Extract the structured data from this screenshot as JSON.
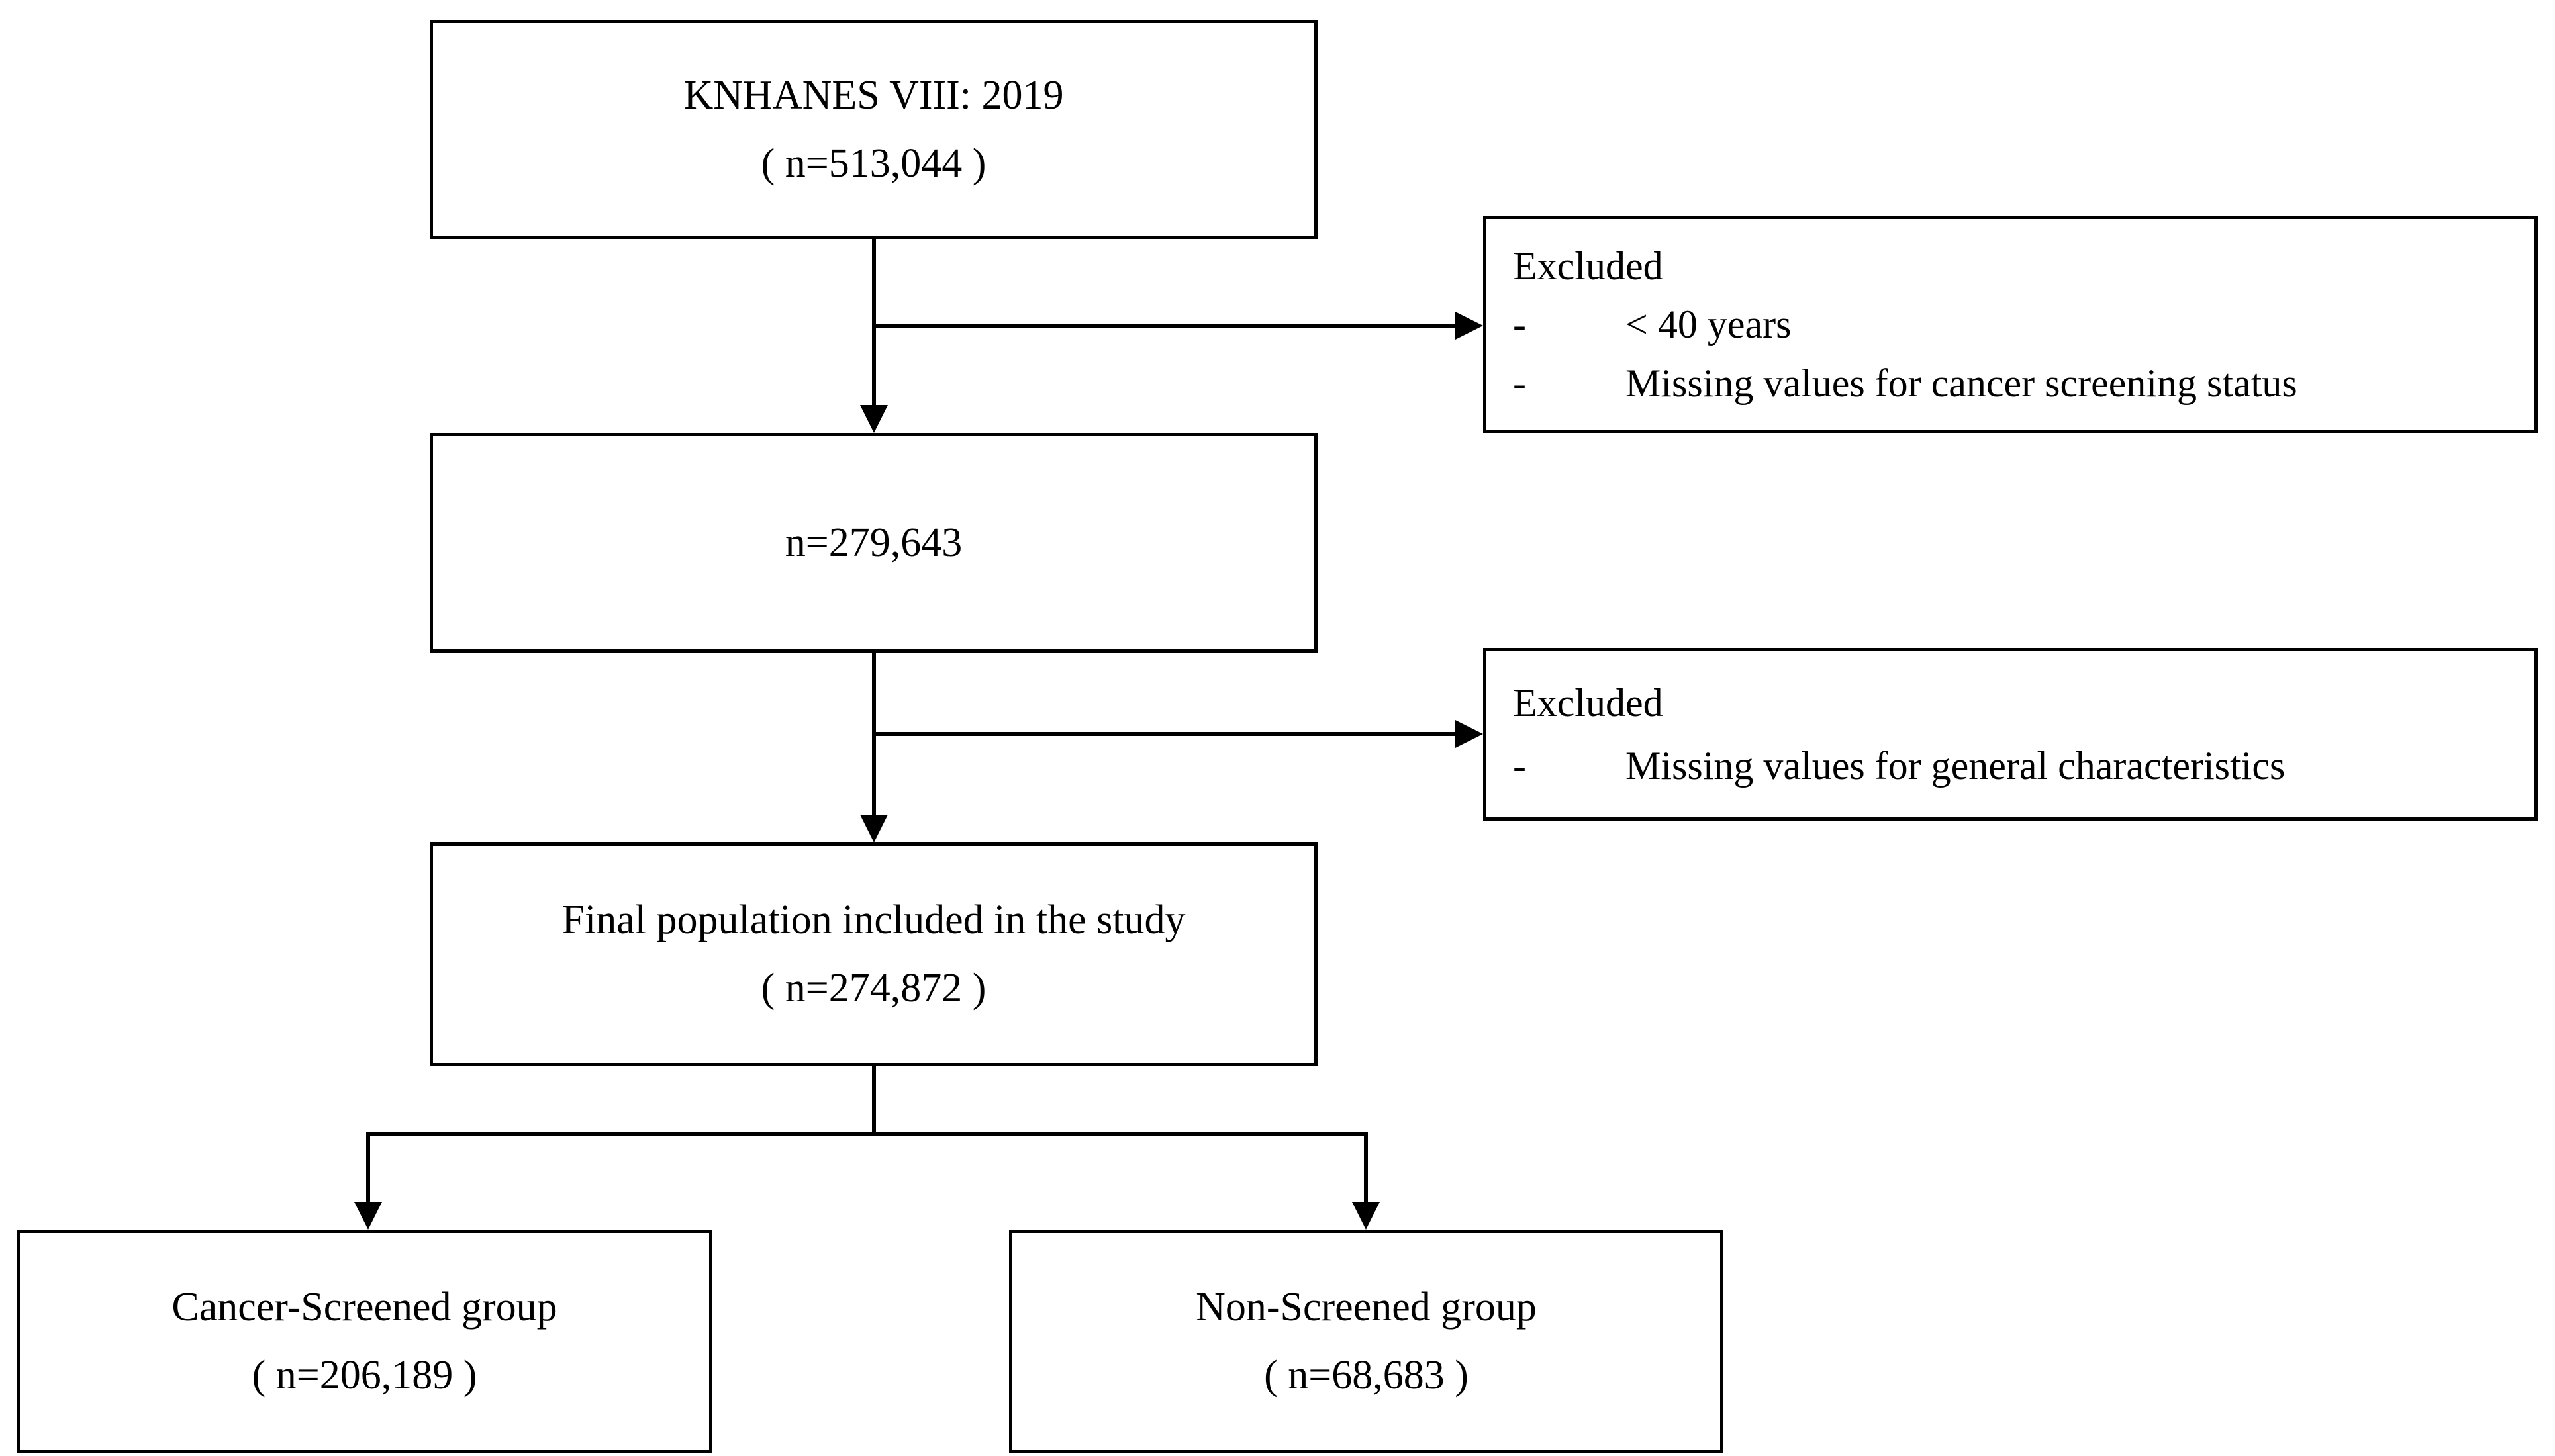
{
  "diagram": {
    "colors": {
      "line": "#000000",
      "text": "#000000",
      "box_background": "#ffffff"
    },
    "source_box": {
      "line1": "KNHANES VIII: 2019",
      "line2": "( n=513,044 )"
    },
    "excluded_box_1": {
      "title": "Excluded",
      "bullet": "-",
      "items": [
        "< 40 years",
        "Missing values for cancer screening status"
      ]
    },
    "first_filtered_box": {
      "line1": "n=279,643"
    },
    "excluded_box_2": {
      "title": "Excluded",
      "bullet": "-",
      "items": [
        "Missing values for general characteristics"
      ]
    },
    "final_box": {
      "line1": "Final population included in the study",
      "line2": "( n=274,872 )"
    },
    "screened_box": {
      "line1": "Cancer-Screened group",
      "line2": "( n=206,189 )"
    },
    "non_screened_box": {
      "line1": "Non-Screened group",
      "line2": "( n=68,683 )"
    }
  }
}
